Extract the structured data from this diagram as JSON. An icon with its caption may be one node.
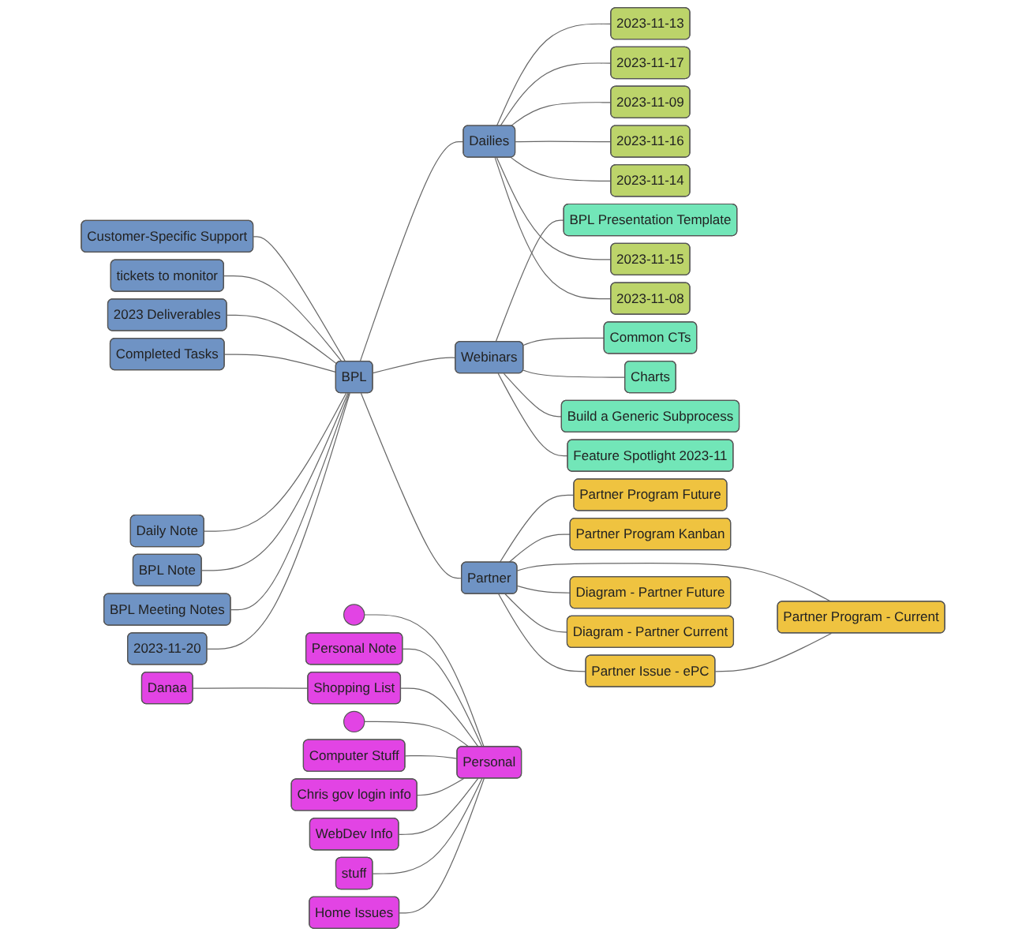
{
  "diagram": {
    "nodes": [
      {
        "text": [
          "2023-11-13"
        ]
      },
      {
        "text": [
          "2023-11-17"
        ]
      },
      {
        "text": [
          "2023-11-09"
        ]
      },
      {
        "text": [
          "2023-11-16"
        ]
      },
      {
        "text": [
          "Dailies"
        ]
      },
      {
        "text": [
          "2023-11-14"
        ]
      },
      {
        "text": [
          "BPL Presentation Template"
        ]
      },
      {
        "text": [
          "2023-11-15"
        ]
      },
      {
        "text": [
          "2023-11-08"
        ]
      },
      {
        "text": [
          "Common CTs"
        ]
      },
      {
        "text": [
          "tickets to monitor"
        ]
      },
      {
        "text": [
          "Customer-Specific Support"
        ]
      },
      {
        "text": [
          "Webinars"
        ]
      },
      {
        "text": [
          "2023 Deliverables"
        ]
      },
      {
        "text": [
          "Completed Tasks"
        ]
      },
      {
        "text": [],
        "shape": "circle"
      },
      {
        "text": [
          "BPL"
        ]
      },
      {
        "text": [
          "Daily Note"
        ]
      },
      {
        "text": [
          "Charts"
        ]
      },
      {
        "text": [
          "Build a Generic Subprocess"
        ]
      },
      {
        "text": [
          "Personal Note"
        ]
      },
      {
        "text": [
          "BPL Note"
        ]
      },
      {
        "text": [
          "Danaa"
        ]
      },
      {
        "text": [
          "2023-11-20"
        ]
      },
      {
        "text": [
          "Feature Spotlight 2023-11"
        ]
      },
      {
        "text": [
          "BPL Meeting Notes"
        ]
      },
      {
        "text": [],
        "shape": "circle"
      },
      {
        "text": [
          "Partner Program Future"
        ]
      },
      {
        "text": [
          "Shopping List"
        ]
      },
      {
        "text": [
          "Computer Stuff"
        ]
      },
      {
        "text": [
          "Chris gov login info"
        ]
      },
      {
        "text": [
          "Partner"
        ]
      },
      {
        "text": [
          "Personal"
        ]
      },
      {
        "text": [
          "Partner Program Kanban"
        ]
      },
      {
        "text": [
          "WebDev Info"
        ]
      },
      {
        "text": [
          "Partner Issue - ePC"
        ]
      },
      {
        "text": [
          "Diagram - Partner Future"
        ]
      },
      {
        "text": [
          "Home Issues"
        ]
      },
      {
        "text": [
          "Diagram - Partner Current"
        ]
      },
      {
        "text": [
          "stuff"
        ]
      },
      {
        "text": [
          "Partner Program - Current"
        ]
      }
    ],
    "edges": [
      {
        "from": 4,
        "to": 0,
        "arrow": "none"
      },
      {
        "from": 4,
        "to": 1,
        "arrow": "none"
      },
      {
        "from": 4,
        "to": 2,
        "arrow": "none"
      },
      {
        "from": 4,
        "to": 3,
        "arrow": "none"
      },
      {
        "from": 4,
        "to": 5,
        "arrow": "none"
      },
      {
        "from": 4,
        "to": 7,
        "arrow": "none"
      },
      {
        "from": 4,
        "to": 8,
        "arrow": "none"
      },
      {
        "from": 16,
        "to": 4,
        "arrow": "none"
      },
      {
        "from": 11,
        "to": 16,
        "arrow": "none"
      },
      {
        "from": 10,
        "to": 16,
        "arrow": "none"
      },
      {
        "from": 13,
        "to": 16,
        "arrow": "none"
      },
      {
        "from": 14,
        "to": 16,
        "arrow": "none"
      },
      {
        "from": 16,
        "to": 12,
        "arrow": "none"
      },
      {
        "from": 17,
        "to": 16,
        "arrow": "none"
      },
      {
        "from": 21,
        "to": 16,
        "arrow": "none"
      },
      {
        "from": 25,
        "to": 16,
        "arrow": "none"
      },
      {
        "from": 23,
        "to": 16,
        "arrow": "none"
      },
      {
        "from": 16,
        "to": 31,
        "arrow": "none"
      },
      {
        "from": 12,
        "to": 6,
        "arrow": "none"
      },
      {
        "from": 12,
        "to": 9,
        "arrow": "none"
      },
      {
        "from": 12,
        "to": 18,
        "arrow": "none"
      },
      {
        "from": 12,
        "to": 19,
        "arrow": "none"
      },
      {
        "from": 12,
        "to": 24,
        "arrow": "none"
      },
      {
        "from": 31,
        "to": 27,
        "arrow": "none"
      },
      {
        "from": 31,
        "to": 33,
        "arrow": "none"
      },
      {
        "from": 31,
        "to": 36,
        "arrow": "none"
      },
      {
        "from": 31,
        "to": 38,
        "arrow": "none"
      },
      {
        "from": 31,
        "to": 35,
        "arrow": "none"
      },
      {
        "from": 31,
        "to": 40,
        "arrow": "none"
      },
      {
        "from": 35,
        "to": 40,
        "arrow": "none"
      },
      {
        "from": 15,
        "to": 32,
        "arrow": "none"
      },
      {
        "from": 20,
        "to": 32,
        "arrow": "none"
      },
      {
        "from": 22,
        "to": 28,
        "arrow": "none"
      },
      {
        "from": 28,
        "to": 32,
        "arrow": "none"
      },
      {
        "from": 26,
        "to": 32,
        "arrow": "none"
      },
      {
        "from": 29,
        "to": 32,
        "arrow": "none"
      },
      {
        "from": 30,
        "to": 32,
        "arrow": "none"
      },
      {
        "from": 34,
        "to": 32,
        "arrow": "none"
      },
      {
        "from": 39,
        "to": 32,
        "arrow": "none"
      },
      {
        "from": 37,
        "to": 32,
        "arrow": "none"
      }
    ]
  }
}
